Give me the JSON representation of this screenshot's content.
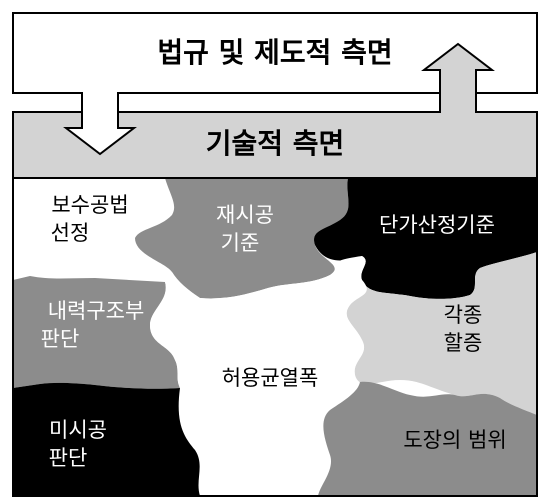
{
  "top_banner": {
    "text": "법규 및 제도적 측면"
  },
  "second_banner": {
    "text": "기술적 측면"
  },
  "pieces": [
    {
      "id": "repair-method",
      "lines": [
        "보수공법",
        "선정"
      ],
      "fill": "#ffffff",
      "text_color": "#000000"
    },
    {
      "id": "reconstruction-criteria",
      "lines": [
        "재시공",
        "기준"
      ],
      "fill": "#8c8c8c",
      "text_color": "#ffffff"
    },
    {
      "id": "unit-price-criteria",
      "lines": [
        "단가산정기준"
      ],
      "fill": "#000000",
      "text_color": "#ffffff"
    },
    {
      "id": "structural-capacity",
      "lines": [
        "내력구조부",
        "판단"
      ],
      "fill": "#8c8c8c",
      "text_color": "#ffffff"
    },
    {
      "id": "allowable-crack-width",
      "lines": [
        "허용균열폭"
      ],
      "fill": "#ffffff",
      "text_color": "#000000"
    },
    {
      "id": "various-tests",
      "lines": [
        "각종",
        "할증"
      ],
      "fill": "#d3d3d3",
      "text_color": "#000000"
    },
    {
      "id": "incomplete-construction",
      "lines": [
        "미시공",
        "판단"
      ],
      "fill": "#000000",
      "text_color": "#ffffff"
    },
    {
      "id": "painting-scope",
      "lines": [
        "도장의 범위"
      ],
      "fill": "#8c8c8c",
      "text_color": "#000000"
    }
  ],
  "colors": {
    "banner_top": "#ffffff",
    "banner_second": "#d3d3d3",
    "outline": "#000000"
  }
}
